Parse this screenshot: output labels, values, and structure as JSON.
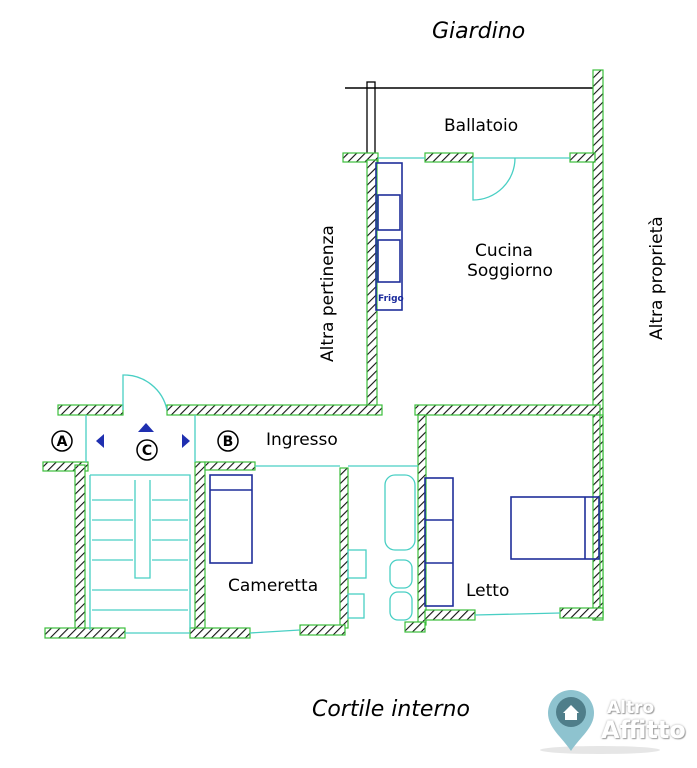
{
  "labels": {
    "garden": "Giardino",
    "balcony": "Ballatoio",
    "kitchen_line1": "Cucina",
    "kitchen_line2": "Soggiorno",
    "other_annex": "Altra pertinenza",
    "other_property": "Altra proprietà",
    "entrance": "Ingresso",
    "small_bedroom": "Cameretta",
    "bedroom": "Letto",
    "courtyard": "Cortile interno",
    "fridge": "Frigo"
  },
  "markers": {
    "a": "A",
    "b": "B",
    "c": "C"
  },
  "logo": {
    "line1": "Altro",
    "line2": "Affitto"
  },
  "colors": {
    "wall_outline": "#3bbf3b",
    "fixtures": "#49cfc4",
    "furniture": "#1f2f9a",
    "logo": "#5f9aa8"
  }
}
